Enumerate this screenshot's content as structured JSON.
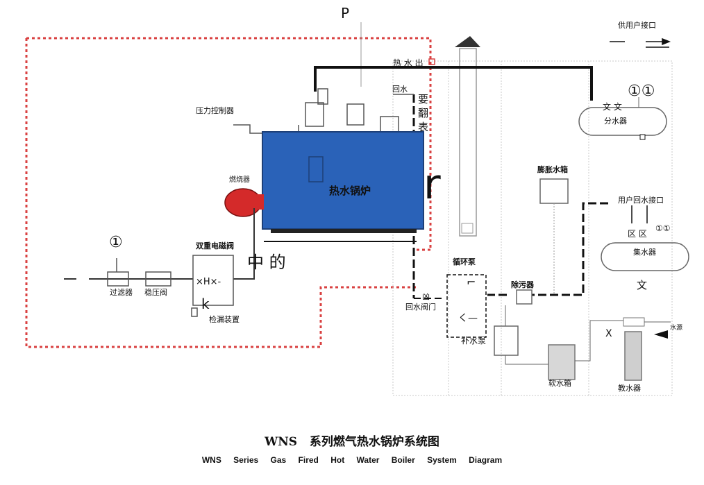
{
  "labels": {
    "top_p": "P",
    "supply_interface": "供用户接口",
    "hot_water_out": "热 水 出",
    "return_water": "回水",
    "pressure_gauge": [
      "要",
      "翻",
      "表"
    ],
    "pressure_controller": "压力控制器",
    "burner": "燃烧器",
    "boiler": "热水锅炉",
    "r_mark": "r",
    "dual_solenoid_valve": "双重电磁阀",
    "zhong_de": "中 的",
    "circled_one": "①",
    "filter": "过滤器",
    "regulator": "稳压阀",
    "h_symbol": "×H×-",
    "k_mark": "k",
    "leak_detector": "检漏装置",
    "return_valve_top": "凶",
    "return_valve": "回水阀门",
    "circ_pump": "循环泵",
    "circ_pump_sym1": "⌐",
    "circ_pump_sym2": "く—",
    "makeup_pump": "补水泵",
    "expansion_tank": "膨胀水箱",
    "decontaminator": "除污器",
    "soft_tank": "软水箱",
    "water_treater": "教水器",
    "x_mark": "X",
    "tap_water": "水源",
    "distributor_marks": "文 文",
    "distributor_ids": "①①",
    "distributor": "分水器",
    "return_interface": "用户回水接口",
    "collector_marks": "区 区",
    "collector_ids": "①①",
    "collector": "集水器",
    "collector_out": "文"
  },
  "caption": {
    "zh_prefix": "WNS",
    "zh": "系列燃气热水锅炉系统图",
    "en": "WNS Series Gas Fired Hot Water Boiler System Diagram"
  },
  "colors": {
    "boiler": "#2a62b8",
    "burner": "#d42a2a",
    "dashed_border": "#d94141",
    "pipe": "#111111"
  }
}
